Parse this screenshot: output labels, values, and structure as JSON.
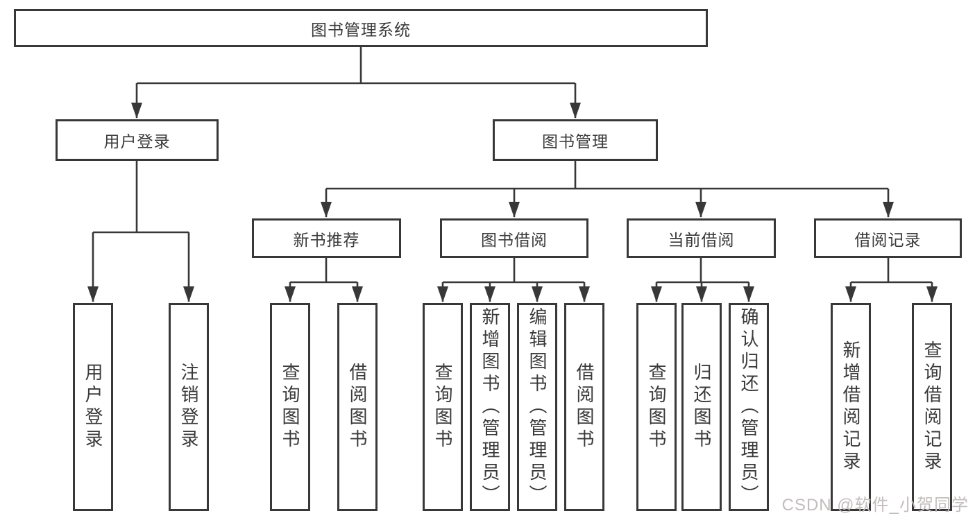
{
  "tree": {
    "root": "图书管理系统",
    "branches": [
      {
        "label": "用户登录",
        "leaves": [
          "用户登录",
          "注销登录"
        ]
      },
      {
        "label": "图书管理",
        "modules": [
          {
            "label": "新书推荐",
            "leaves": [
              "查询图书",
              "借阅图书"
            ]
          },
          {
            "label": "图书借阅",
            "leaves": [
              "查询图书",
              "新增图书（管理员）",
              "编辑图书（管理员）",
              "借阅图书"
            ]
          },
          {
            "label": "当前借阅",
            "leaves": [
              "查询图书",
              "归还图书",
              "确认归还（管理员）"
            ]
          },
          {
            "label": "借阅记录",
            "leaves": [
              "新增借阅记录",
              "查询借阅记录"
            ]
          }
        ]
      }
    ]
  },
  "watermark": "CSDN @软件_小贺同学",
  "colors": {
    "line": "#383838",
    "text": "#3a3a3a",
    "box_bg": "#ffffff",
    "watermark": "#c3bdbd"
  }
}
